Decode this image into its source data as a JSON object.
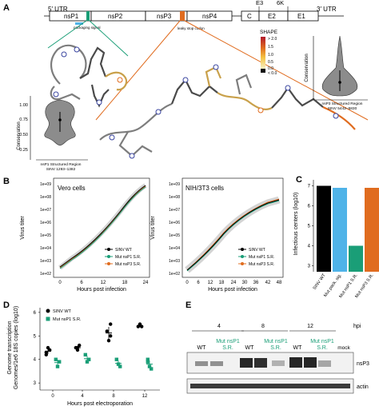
{
  "panel_letters": {
    "a": "A",
    "b": "B",
    "c": "C",
    "d": "D",
    "e": "E"
  },
  "genome": {
    "utr5": "5′ UTR",
    "utr3": "3′ UTR",
    "segments": [
      "nsP1",
      "nsP2",
      "nsP3",
      "nsP4",
      "C",
      "E2",
      "E1"
    ],
    "upper_labels": {
      "e3": "E3",
      "k6": "6K"
    },
    "packaging_signal": "packaging signal",
    "leaky_stop": "leaky stop codon"
  },
  "shape_legend": {
    "title": "SHAPE",
    "ticks": [
      "> 2.0",
      "1.5",
      "1.0",
      "0.5",
      "0.0",
      "< 0.0"
    ]
  },
  "violin_left": {
    "ylabel": "Conservation",
    "ticks": [
      "1.00",
      "0.75",
      "0.50",
      "0.25"
    ],
    "caption1": "nsP1 Structured Region",
    "caption2": "SINV 1293–1382"
  },
  "violin_right": {
    "ylabel": "Conservation",
    "caption1": "nsP3 Structured Region",
    "caption2": "SINV 5442–5830"
  },
  "growth_left": {
    "title": "Vero cells",
    "ylabel": "Virus titer",
    "xlabel": "Hours post infection",
    "yticks": [
      "1e+09",
      "1e+08",
      "1e+07",
      "1e+06",
      "1e+05",
      "1e+04",
      "1e+03",
      "1e+02"
    ],
    "xticks": [
      "0",
      "6",
      "12",
      "18",
      "24"
    ],
    "legend": [
      "SINV WT",
      "Mut nsP1 S.R.",
      "Mut nsP3 S.R."
    ]
  },
  "growth_right": {
    "title": "NIH/3T3 cells",
    "ylabel": "Virus titer",
    "xlabel": "Hours post infection",
    "yticks": [
      "1e+09",
      "1e+08",
      "1e+07",
      "1e+06",
      "1e+05",
      "1e+04",
      "1e+03",
      "1e+02"
    ],
    "xticks": [
      "0",
      "6",
      "12",
      "18",
      "24",
      "30",
      "36",
      "42",
      "48"
    ],
    "legend": [
      "SINV WT",
      "Mut nsP1 S.R.",
      "Mut nsP3 S.R."
    ]
  },
  "colors": {
    "wt": "#000000",
    "nsp1": "#1a9e77",
    "nsp3": "#e06c1f",
    "packsig": "#4fb3e8",
    "teal": "#1a9e77",
    "orange": "#e06c1f"
  },
  "chart_data": [
    {
      "type": "bar",
      "ylabel": "Infectious centers (log10)",
      "categories": [
        "SINV WT",
        "Mut pack. sig.",
        "Mut nsP1 S.R.",
        "Mut nsP3 S.R."
      ],
      "values": [
        7.0,
        6.9,
        4.0,
        6.9
      ],
      "yticks": [
        "7",
        "6",
        "5",
        "4",
        "3"
      ],
      "ylim": [
        2.7,
        7.3
      ]
    },
    {
      "type": "scatter",
      "ylabel": "Genome transcription\nGenomes/1e6 18S copies (log10)",
      "xlabel": "Hours post electroporation",
      "xticks": [
        "0",
        "4",
        "8",
        "12"
      ],
      "yticks": [
        "6",
        "5",
        "4",
        "3"
      ],
      "ylim": [
        2.7,
        6.2
      ],
      "legend": [
        "SINV WT",
        "Mut nsP1 S.R."
      ],
      "series": [
        {
          "name": "SINV WT",
          "points": [
            [
              0,
              4.3
            ],
            [
              0,
              4.5
            ],
            [
              0,
              4.4
            ],
            [
              0,
              4.2
            ],
            [
              4,
              4.4
            ],
            [
              4,
              4.6
            ],
            [
              4,
              4.5
            ],
            [
              4,
              4.5
            ],
            [
              8,
              5.5
            ],
            [
              8,
              5.2
            ],
            [
              8,
              4.8
            ],
            [
              8,
              5.0
            ],
            [
              12,
              5.4
            ],
            [
              12,
              5.5
            ],
            [
              12,
              5.4
            ]
          ]
        },
        {
          "name": "Mut nsP1 S.R.",
          "points": [
            [
              0,
              4.0
            ],
            [
              0,
              3.7
            ],
            [
              0,
              3.9
            ],
            [
              4,
              4.2
            ],
            [
              4,
              3.9
            ],
            [
              4,
              4.0
            ],
            [
              8,
              4.0
            ],
            [
              8,
              3.8
            ],
            [
              8,
              3.7
            ],
            [
              12,
              4.0
            ],
            [
              12,
              3.7
            ],
            [
              12,
              3.6
            ],
            [
              12,
              3.9
            ]
          ]
        }
      ]
    }
  ],
  "blot": {
    "hpi_label": "hpi",
    "timepoints": [
      "4",
      "8",
      "12"
    ],
    "wt": "WT",
    "mut_line1": "Mut nsP1",
    "mut_line2": "S.R.",
    "mock": "mock",
    "band_labels": [
      "nsP3",
      "actin"
    ]
  }
}
